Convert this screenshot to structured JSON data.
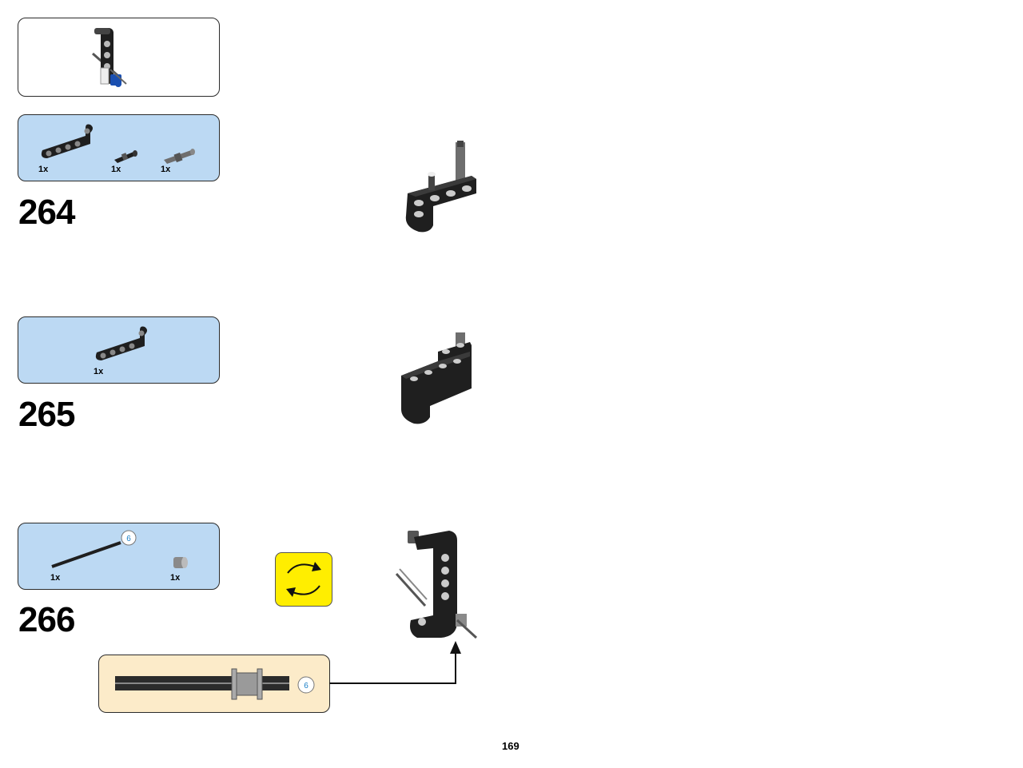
{
  "previous_step_callout": {
    "description_icon": "submodel-preview"
  },
  "steps": [
    {
      "number": "264",
      "parts": [
        {
          "icon": "l-shaped-beam-icon",
          "qty": "1x"
        },
        {
          "icon": "black-pin-icon",
          "qty": "1x"
        },
        {
          "icon": "grey-axle-pin-icon",
          "qty": "1x"
        }
      ]
    },
    {
      "number": "265",
      "parts": [
        {
          "icon": "l-shaped-beam-icon",
          "qty": "1x"
        }
      ]
    },
    {
      "number": "266",
      "parts": [
        {
          "icon": "black-axle-icon",
          "qty": "1x",
          "length_badge": "6"
        },
        {
          "icon": "bush-icon",
          "qty": "1x"
        }
      ],
      "rotate_icon": "rotate-model-icon",
      "axle_callout": {
        "length_badge": "6"
      }
    }
  ],
  "page_number": "169",
  "colors": {
    "parts_list_bg": "#bcd9f3",
    "callout_bg": "#fcebc9",
    "rotate_icon_bg": "#ffee00",
    "badge_color": "#1a7fc7",
    "brick_black": "#1f1f1f"
  }
}
